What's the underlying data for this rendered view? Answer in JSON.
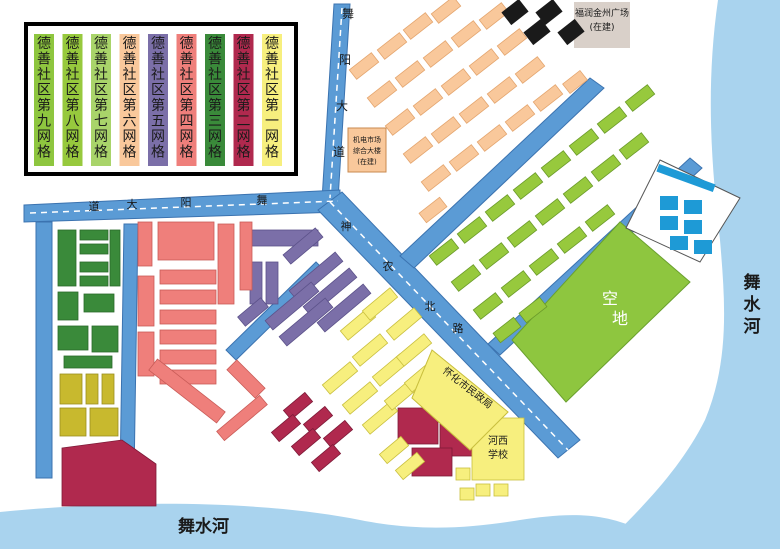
{
  "legend": {
    "items": [
      {
        "label": "德善社区第九网格",
        "color": "#8ec63f"
      },
      {
        "label": "德善社区第八网格",
        "color": "#97c93d"
      },
      {
        "label": "德善社区第七网格",
        "color": "#a9d46a"
      },
      {
        "label": "德善社区第六网格",
        "color": "#f9c89b"
      },
      {
        "label": "德善社区第五网格",
        "color": "#7b6fa8"
      },
      {
        "label": "德善社区第四网格",
        "color": "#ef7f7b"
      },
      {
        "label": "德善社区第三网格",
        "color": "#3a8a3a"
      },
      {
        "label": "德善社区第二网格",
        "color": "#b0294e"
      },
      {
        "label": "德善社区第一网格",
        "color": "#f7ef7e"
      }
    ]
  },
  "roads": {
    "wuyang_avenue": [
      "舞",
      "阳",
      "大",
      "道"
    ],
    "wuyang_avenue_west": [
      "舞",
      "阳",
      "大",
      "道"
    ],
    "shennong_north": [
      "神",
      "农",
      "北",
      "路"
    ]
  },
  "rivers": {
    "south": "舞水河",
    "east": [
      "舞",
      "水",
      "河"
    ]
  },
  "places": {
    "plaza": [
      "福润金州广场",
      "(在建)"
    ],
    "market": [
      "机电市场",
      "综合大楼",
      "(在建)"
    ],
    "open_land": [
      "空",
      "地"
    ],
    "bureau": "怀化市民政局",
    "school": [
      "河西",
      "学校"
    ]
  },
  "colors": {
    "road": "#5b9bd5",
    "road_edge": "#3b73b0",
    "river": "#a9d3ee",
    "ink": "#1a1a1a"
  }
}
